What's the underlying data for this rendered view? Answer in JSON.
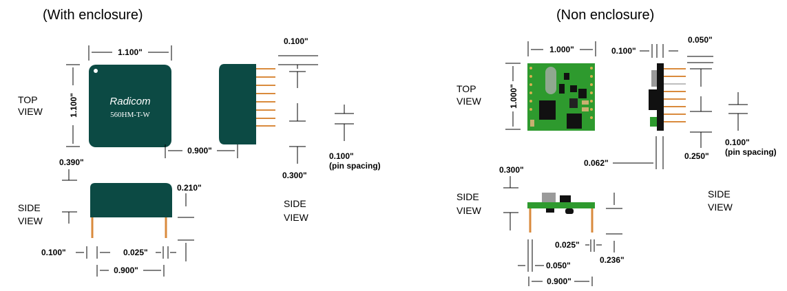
{
  "headers": {
    "with_enclosure": "(With enclosure)",
    "non_enclosure": "(Non enclosure)"
  },
  "left": {
    "top_view": [
      "TOP",
      "VIEW"
    ],
    "side_view": [
      "SIDE",
      "VIEW"
    ],
    "side_view_right": [
      "SIDE",
      "VIEW"
    ],
    "brand": "Radicom",
    "model": "560HM-T-W",
    "dims": {
      "width_top": "1.100\"",
      "height_top": "1.100\"",
      "depth": "0.900\"",
      "pin_offset": "0.100\"",
      "pin_to_end": "0.300\"",
      "pin_spacing": "0.100\"",
      "pin_spacing_note": "(pin spacing)",
      "pin_length": "0.390\"",
      "body_height": "0.210\"",
      "bottom_offset": "0.100\"",
      "pin_dia": "0.025\"",
      "pin_span": "0.900\""
    }
  },
  "right": {
    "top_view": [
      "TOP",
      "VIEW"
    ],
    "side_view_left": [
      "SIDE",
      "VIEW"
    ],
    "side_view_right": [
      "SIDE",
      "VIEW"
    ],
    "dims": {
      "width_top": "1.000\"",
      "height_top": "1.000\"",
      "top_pin_offset": "0.100\"",
      "top_pin_gap": "0.050\"",
      "pin_spacing": "0.100\"",
      "pin_spacing_note": "(pin spacing)",
      "pin_to_end": "0.250\"",
      "board_thickness": "0.062\"",
      "pin_length": "0.300\"",
      "pin_dia": "0.025\"",
      "pin_height": "0.236\"",
      "bottom_offset": "0.050\"",
      "pin_span": "0.900\""
    }
  },
  "colors": {
    "module_body": "#0c4a44",
    "pcb_green": "#2e9a2e",
    "pin_copper": "#d98a3c"
  }
}
